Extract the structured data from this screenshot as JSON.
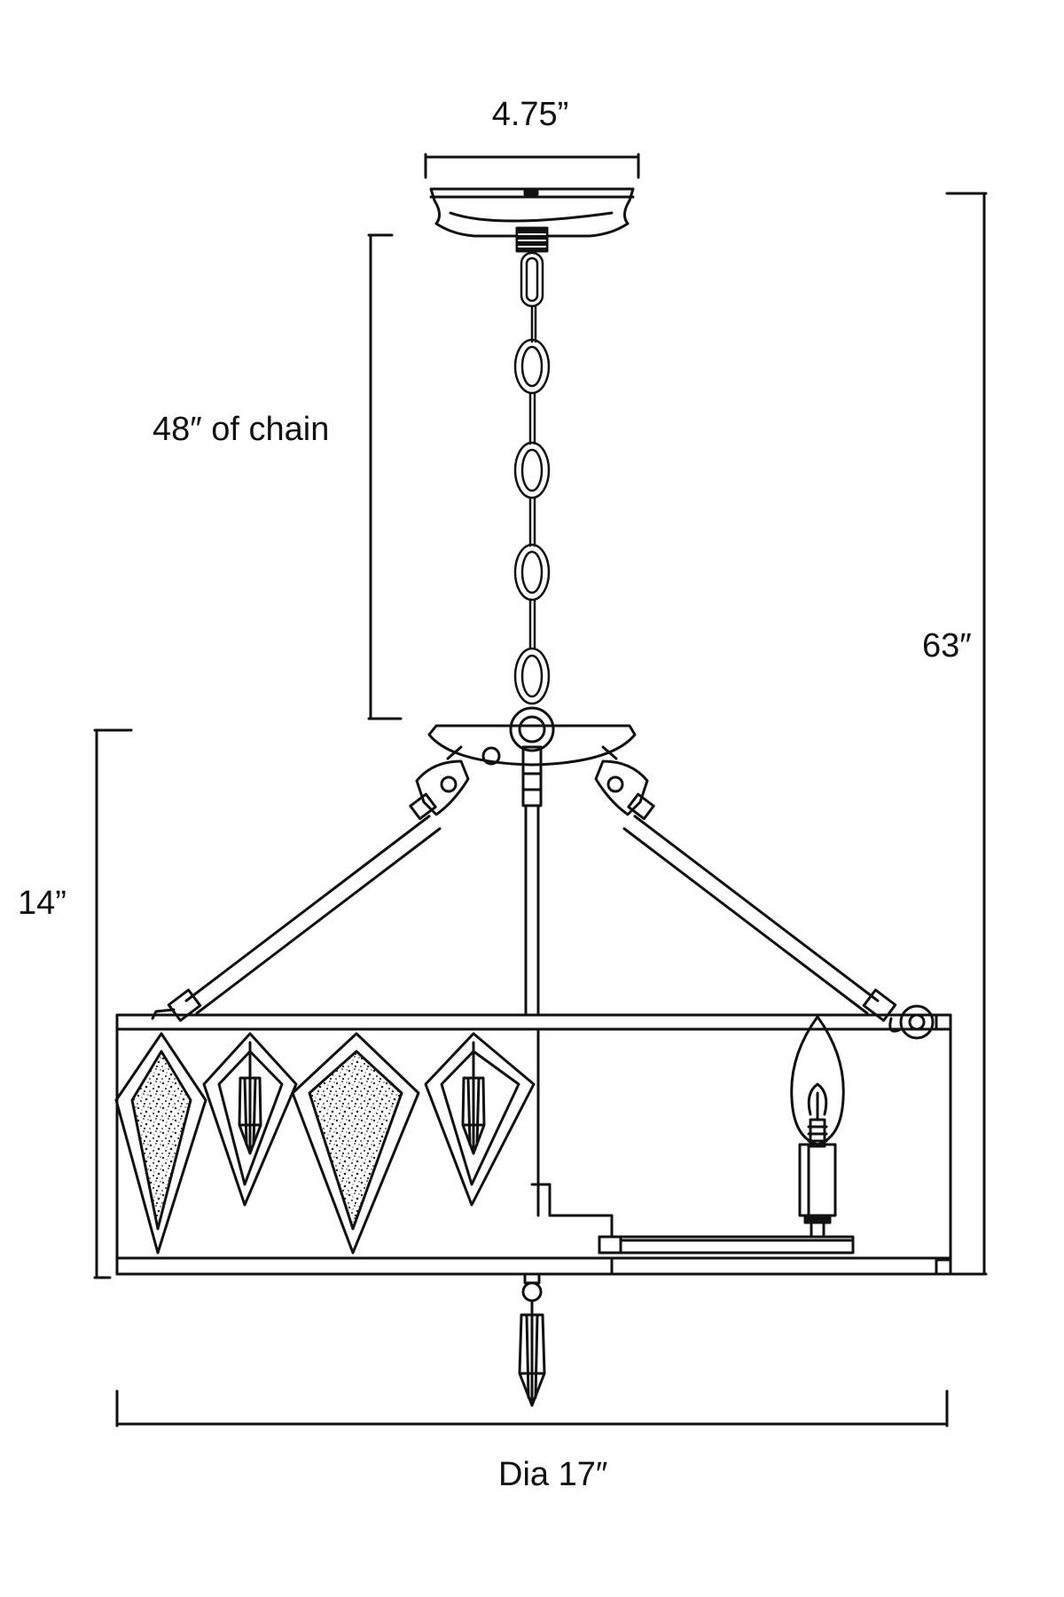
{
  "dimensions": {
    "canopy_width": "4.75”",
    "chain_length": "48″  of chain",
    "overall_height": "63″",
    "body_height": "14”",
    "diameter": "Dia  17″"
  },
  "colors": {
    "line": "#111111",
    "background": "#ffffff"
  }
}
